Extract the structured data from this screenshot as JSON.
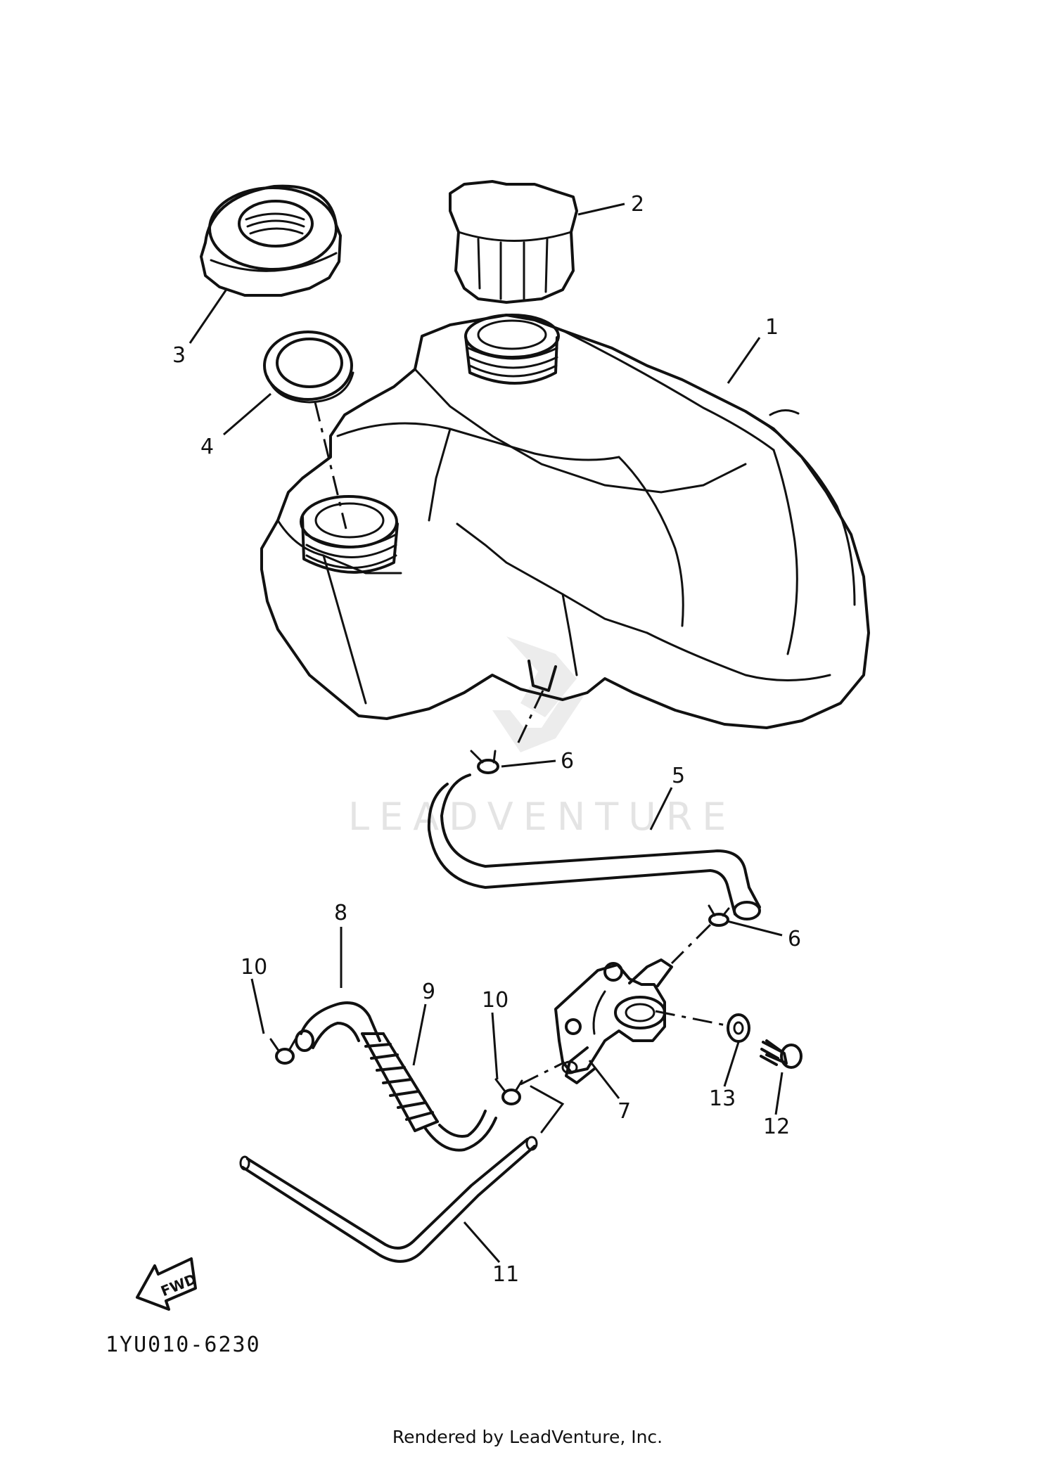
{
  "diagram": {
    "watermark": "LEADVENTURE",
    "fwd_label": "FWD",
    "figure_code": "1YU010-6230",
    "footer": "Rendered by LeadVenture, Inc."
  },
  "callouts": [
    {
      "id": "1",
      "label": "1"
    },
    {
      "id": "2",
      "label": "2"
    },
    {
      "id": "3",
      "label": "3"
    },
    {
      "id": "4",
      "label": "4"
    },
    {
      "id": "5",
      "label": "5"
    },
    {
      "id": "6a",
      "label": "6"
    },
    {
      "id": "6b",
      "label": "6"
    },
    {
      "id": "7",
      "label": "7"
    },
    {
      "id": "8",
      "label": "8"
    },
    {
      "id": "9",
      "label": "9"
    },
    {
      "id": "10a",
      "label": "10"
    },
    {
      "id": "10b",
      "label": "10"
    },
    {
      "id": "11",
      "label": "11"
    },
    {
      "id": "12",
      "label": "12"
    },
    {
      "id": "13",
      "label": "13"
    }
  ]
}
